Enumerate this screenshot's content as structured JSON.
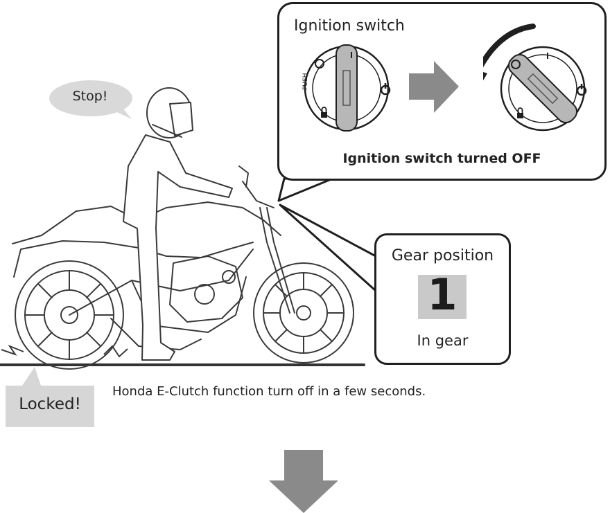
{
  "speech_bubble": {
    "text": "Stop!"
  },
  "ignition_callout": {
    "title": "Ignition switch",
    "caption": "Ignition switch turned OFF",
    "switch_label_on": "I",
    "switch_label_push": "PUSH"
  },
  "gear_callout": {
    "title": "Gear position",
    "gear_number": "1",
    "state": "In gear"
  },
  "status_label": {
    "text": "Locked!"
  },
  "info_text": "Honda E-Clutch function turn off in a few seconds.",
  "colors": {
    "line": "#1f1f1f",
    "bubble_fill": "#d9d9d9",
    "arrow_fill": "#8a8a8a",
    "gear_box": "#c9c9c9",
    "switch_knob": "#b7b7b7"
  }
}
